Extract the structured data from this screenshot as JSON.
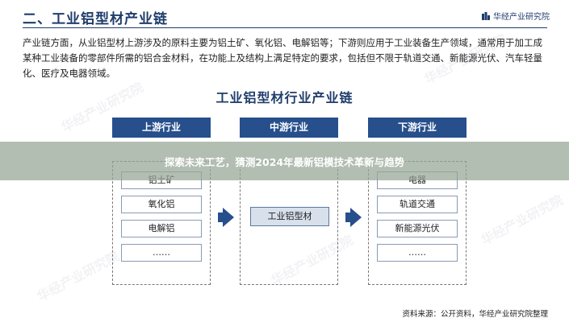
{
  "header": {
    "title": "二、工业铝型材产业链",
    "brand": "华经产业研究院"
  },
  "intro": "产业链方面，从业铝型材上游涉及的原料主要为铝土矿、氧化铝、电解铝等；下游则应用于工业装备生产领域，通常用于加工成某种工业装备的零部件所需的铝合金材料，在功能上及结构上满足特定的要求，包括但不限于轨道交通、新能源光伏、汽车轻量化、医疗及电器领域。",
  "diagram": {
    "title": "工业铝型材行业产业链",
    "upstream": {
      "label": "上游行业",
      "items": [
        "铝土矿",
        "氧化铝",
        "电解铝",
        "……"
      ]
    },
    "midstream": {
      "label": "中游行业",
      "item": "工业铝型材"
    },
    "downstream": {
      "label": "下游行业",
      "items": [
        "电器",
        "轨道交通",
        "新能源光伏",
        "……"
      ]
    }
  },
  "banner": {
    "text": "探索未来工艺，猜测2024年最新铝模技术革新与趋势"
  },
  "watermark": "华经产业研究院",
  "source": "资料来源：公开资料，华经产业研究院整理",
  "colors": {
    "primary": "#264f8c",
    "title": "#1f3d6b",
    "mid_fill": "#d8e0ec",
    "banner": "#96a596"
  }
}
